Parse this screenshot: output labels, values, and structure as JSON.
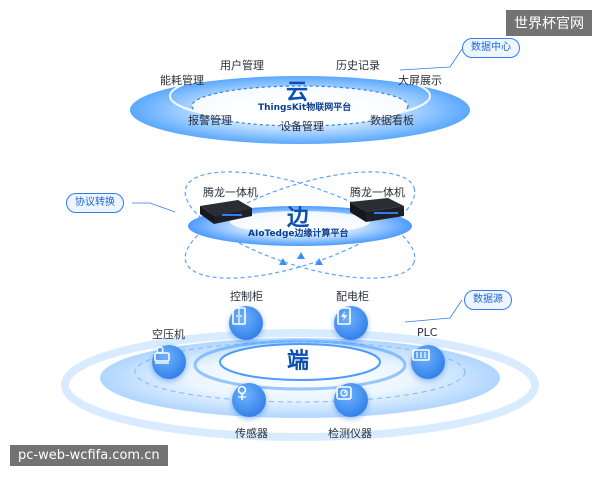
{
  "layers": {
    "cloud": {
      "char": "云",
      "platform": "ThingsKit物联网平台",
      "items": [
        "能耗管理",
        "用户管理",
        "历史记录",
        "大屏展示",
        "报警管理",
        "设备管理",
        "数据看板"
      ]
    },
    "edge": {
      "char": "边",
      "platform": "AIoTedge边缘计算平台",
      "items": [
        "腾龙一体机",
        "腾龙一体机"
      ]
    },
    "end": {
      "char": "端",
      "devices": [
        "控制柜",
        "配电柜",
        "空压机",
        "PLC",
        "传感器",
        "检测仪器"
      ]
    }
  },
  "tags": [
    "数据中心",
    "协议转换",
    "数据源"
  ],
  "watermarks": [
    "世界杯官网",
    "pc-web-wcfifa.com.cn"
  ],
  "colors": {
    "primary": "#1f6fe0",
    "light": "#bfe0ff",
    "text": "#2a2f3a"
  },
  "icons": [
    "cabinet-icon",
    "power-cabinet-icon",
    "compressor-icon",
    "plc-icon",
    "sensor-icon",
    "instrument-icon"
  ]
}
